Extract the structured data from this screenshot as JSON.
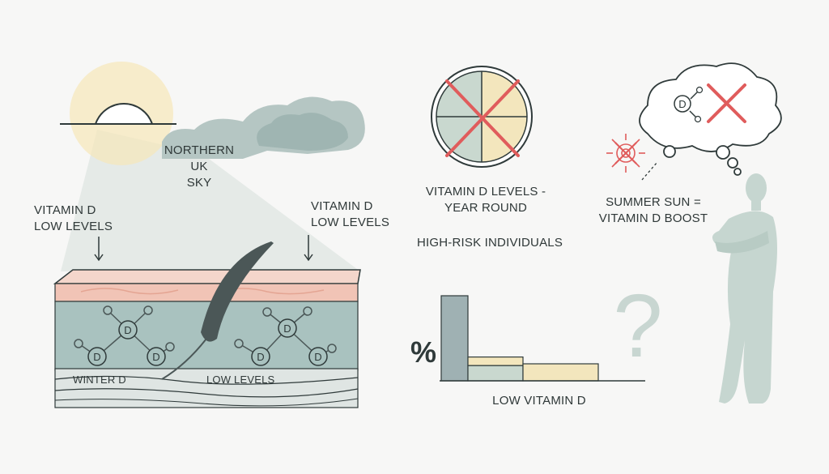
{
  "sky_label": "NORTHERN UK\nSKY",
  "left_label": "VITAMIN D\nLOW LEVELS",
  "right_label": "VITAMIN D\nLOW LEVELS",
  "winter_label": "WINTER D",
  "low_levels_label": "LOW LEVELS",
  "molecule_letter": "D",
  "year_round_label": "VITAMIN D LEVELS -\nYEAR ROUND",
  "high_risk_label": "HIGH-RISK INDIVIDUALS",
  "summer_label": "SUMMER SUN =\nVITAMIN D BOOST",
  "percent_symbol": "%",
  "low_vitamin_label": "LOW VITAMIN D",
  "question_mark": "?",
  "chart_data": {
    "type": "bar",
    "xlabel": "LOW VITAMIN D",
    "ylabel": "%",
    "series": [
      {
        "values": [
          100,
          18,
          20
        ]
      },
      {
        "values": [
          0,
          10,
          0
        ]
      }
    ],
    "colors": [
      "#9fb1b3",
      "#f3e6bd",
      "#c9d8cf"
    ]
  },
  "colors": {
    "background": "#f7f7f6",
    "sun_glow": "#f6e7b9",
    "cloud": "#b5c6c3",
    "skin_top": "#f1c4b6",
    "skin_mid": "#a9c2bf",
    "cross": "#e05c5c",
    "figure": "#c6d6d0",
    "bar_dark": "#9fb1b3",
    "bar_yellow": "#f3e6bd"
  }
}
